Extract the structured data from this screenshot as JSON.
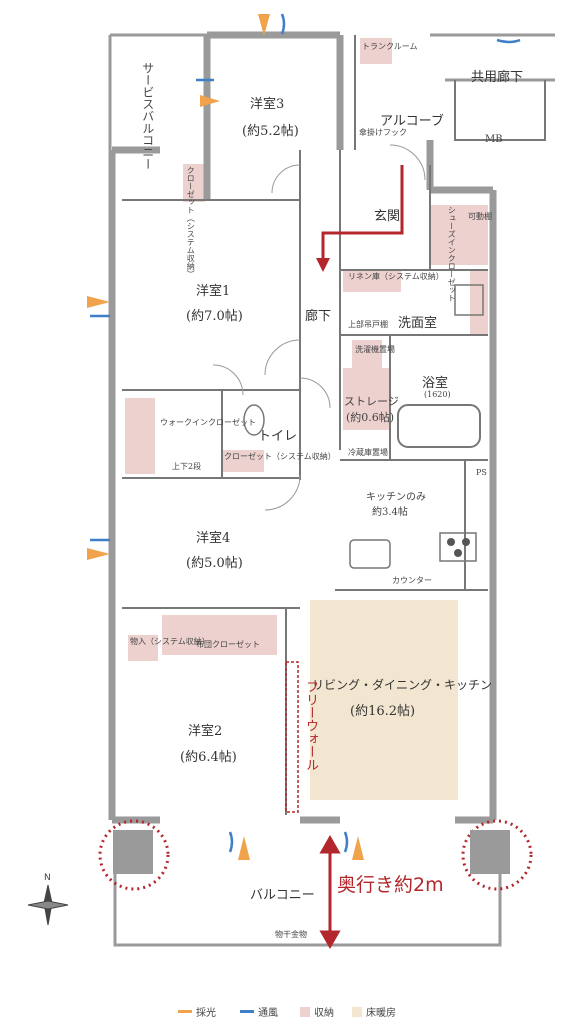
{
  "rooms": {
    "yoshitsu3": {
      "name": "洋室3",
      "size": "(約5.2帖)"
    },
    "yoshitsu1": {
      "name": "洋室1",
      "size": "(約7.0帖)"
    },
    "yoshitsu4": {
      "name": "洋室4",
      "size": "(約5.0帖)"
    },
    "yoshitsu2": {
      "name": "洋室2",
      "size": "(約6.4帖)"
    },
    "ldk": {
      "name": "リビング・ダイニング・キッチン",
      "size": "(約16.2帖)"
    },
    "kitchen": {
      "name": "キッチンのみ",
      "size": "約3.4帖"
    },
    "storage": {
      "name": "ストレージ",
      "size": "(約0.6帖)"
    },
    "bath": {
      "name": "浴室",
      "size": "(1620)"
    }
  },
  "labels": {
    "service_balcony": "サービスバルコニー",
    "trunk_room": "トランクルーム",
    "common_corridor": "共用廊下",
    "mb": "MB",
    "alcove": "アルコーブ",
    "umbrella_hook": "傘掛けフック",
    "genkan": "玄関",
    "shoes_closet": "シューズインクローゼット",
    "movable_shelf": "可動棚",
    "linen": "リネン庫（システム収納）",
    "hallway": "廊下",
    "upper_cabinet": "上部吊戸棚",
    "washroom": "洗面室",
    "washer": "洗濯機置場",
    "walkin": "ウォークインクローゼット",
    "upper_two_tier": "上下2段",
    "toilet": "トイレ",
    "closet_system": "クローゼット（システム収納）",
    "closet3": "クローゼット（システム収納）",
    "fridge": "冷蔵庫置場",
    "ps": "PS",
    "counter": "カウンター",
    "monoire": "物入（システム収納）",
    "futon_closet": "布団クローゼット",
    "free_wall": "フリーウォール",
    "balcony": "バルコニー",
    "laundry_rail": "物干金物",
    "depth": "奥行き約2m"
  },
  "legend": [
    {
      "label": "採光",
      "color": "#f0a34a"
    },
    {
      "label": "通風",
      "color": "#3f7fc8"
    },
    {
      "label": "収納",
      "color": "#ecd1cf"
    },
    {
      "label": "床暖房",
      "color": "#f3e6d0"
    }
  ],
  "colors": {
    "wall": "#9a9a9a",
    "storage": "#ecd1cf",
    "floor_heating": "#f3e6d0",
    "accent_red": "#b3262b"
  }
}
